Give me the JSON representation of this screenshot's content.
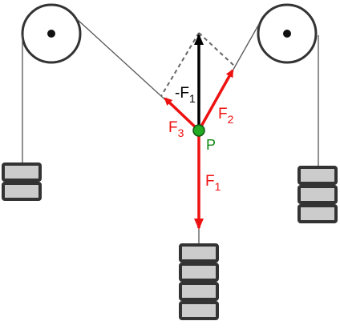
{
  "labels": {
    "neg_f1_prefix": "-F",
    "neg_f1_sub": "1",
    "f2_main": "F",
    "f2_sub": "2",
    "f3_main": "F",
    "f3_sub": "3",
    "f1_main": "F",
    "f1_sub": "1",
    "point": "P"
  },
  "weights": {
    "left_blocks": 2,
    "right_blocks": 3,
    "bottom_blocks": 4
  },
  "colors": {
    "force": "#ee1111",
    "resultant": "#000000",
    "point_fill": "#22aa22",
    "point_label": "#118811",
    "block_fill": "#cccccc",
    "block_stroke": "#333333",
    "rope": "#555555",
    "construction": "#666666"
  }
}
